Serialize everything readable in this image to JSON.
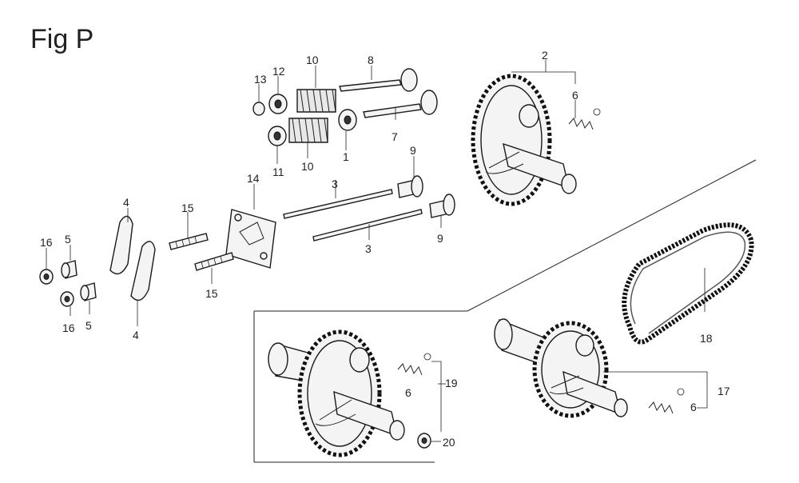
{
  "figure": {
    "title": "Fig P"
  },
  "callouts": {
    "c1": "1",
    "c2": "2",
    "c3a": "3",
    "c3b": "3",
    "c4a": "4",
    "c4b": "4",
    "c5a": "5",
    "c5b": "5",
    "c6a": "6",
    "c6b": "6",
    "c6c": "6",
    "c7": "7",
    "c8": "8",
    "c9a": "9",
    "c9b": "9",
    "c10a": "10",
    "c10b": "10",
    "c11": "11",
    "c12": "12",
    "c13": "13",
    "c14": "14",
    "c15a": "15",
    "c15b": "15",
    "c16a": "16",
    "c16b": "16",
    "c17": "17",
    "c18": "18",
    "c19": "19",
    "c20": "20"
  }
}
